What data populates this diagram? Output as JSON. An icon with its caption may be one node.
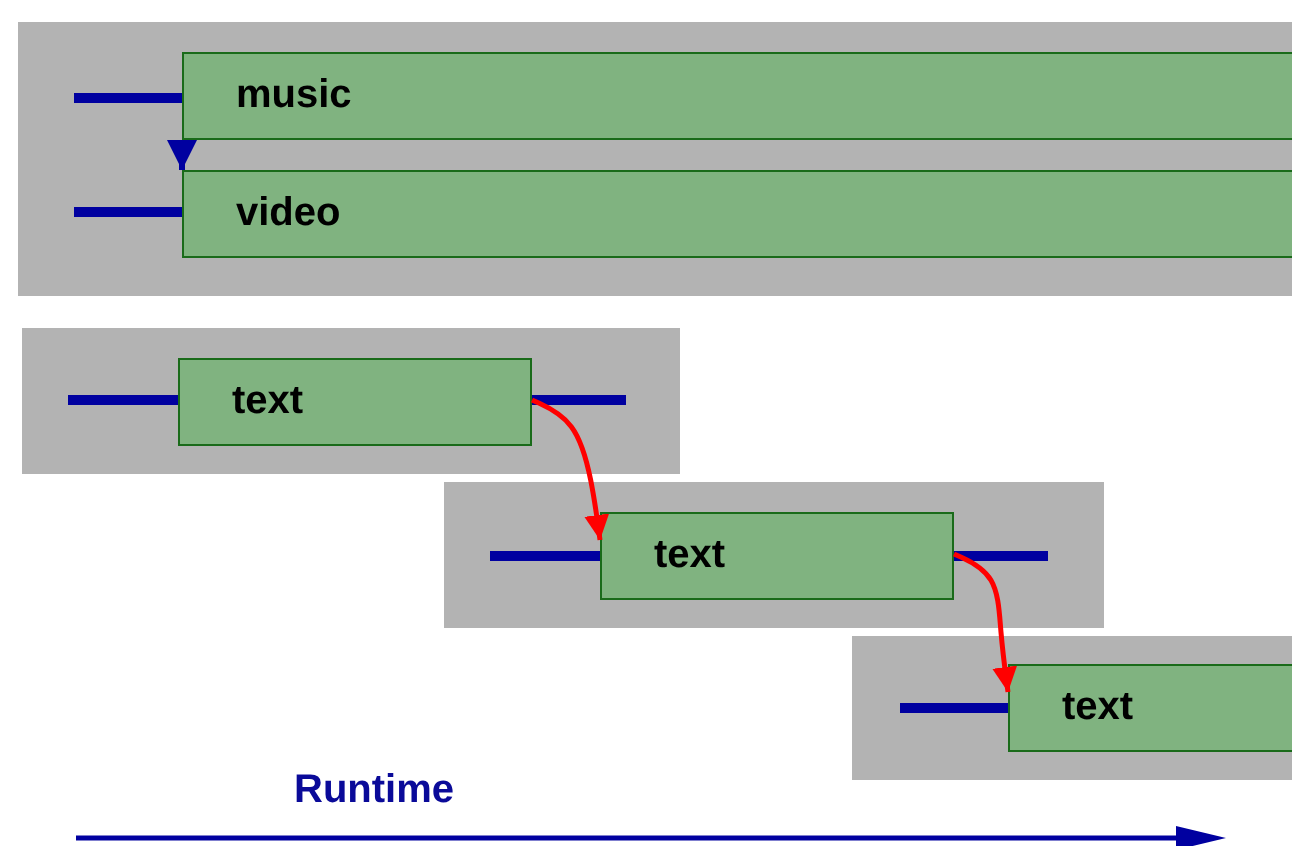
{
  "diagram": {
    "nodes": [
      {
        "text": [],
        "shape": "box"
      },
      {
        "text": [
          "music"
        ],
        "in": 0
      },
      {
        "text": [
          "video"
        ],
        "in": 0
      },
      {
        "text": [],
        "shape": "box"
      },
      {
        "text": [
          "text"
        ],
        "in": 3
      },
      {
        "text": [],
        "shape": "box"
      },
      {
        "text": [
          "text"
        ],
        "in": 5
      },
      {
        "text": [],
        "shape": "box"
      },
      {
        "text": [
          "text"
        ],
        "in": 7
      }
    ],
    "edges": [
      {
        "from": 1,
        "to": 2,
        "arrow": "to",
        "color": "#0000a0"
      },
      {
        "from": 4,
        "to": 6,
        "arrow": "to"
      },
      {
        "from": 6,
        "to": 8,
        "arrow": "to"
      }
    ],
    "labels": [
      "Runtime"
    ]
  }
}
